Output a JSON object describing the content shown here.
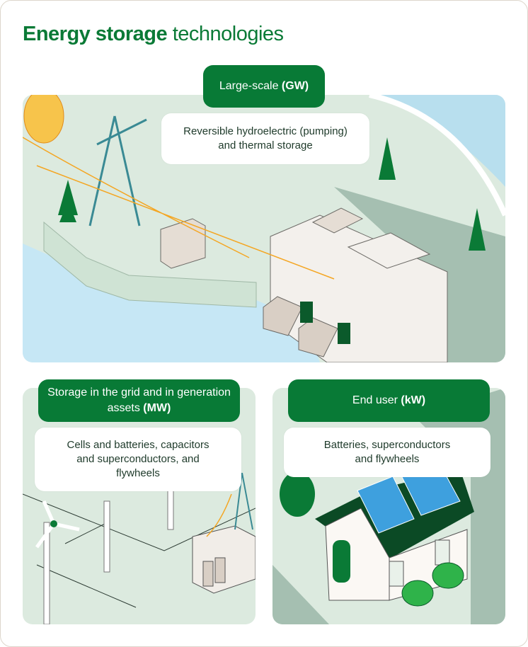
{
  "title": {
    "bold": "Energy storage",
    "regular": "technologies"
  },
  "sections": [
    {
      "label_regular": "Large-scale",
      "label_bold": "(GW)",
      "description": "Reversible hydroelectric (pumping) and thermal storage"
    },
    {
      "label_regular": "Storage in the grid and in generation assets",
      "label_bold": "(MW)",
      "description": "Cells and batteries, capacitors and superconductors, and flywheels"
    },
    {
      "label_regular": "End user",
      "label_bold": "(kW)",
      "description": "Batteries, superconductors and flywheels"
    }
  ],
  "colors": {
    "brand_green": "#087a36",
    "panel_bg": "#dceadf",
    "water": "#c6e7f5",
    "sky": "#b8dfee",
    "accent_orange": "#f4a623"
  }
}
